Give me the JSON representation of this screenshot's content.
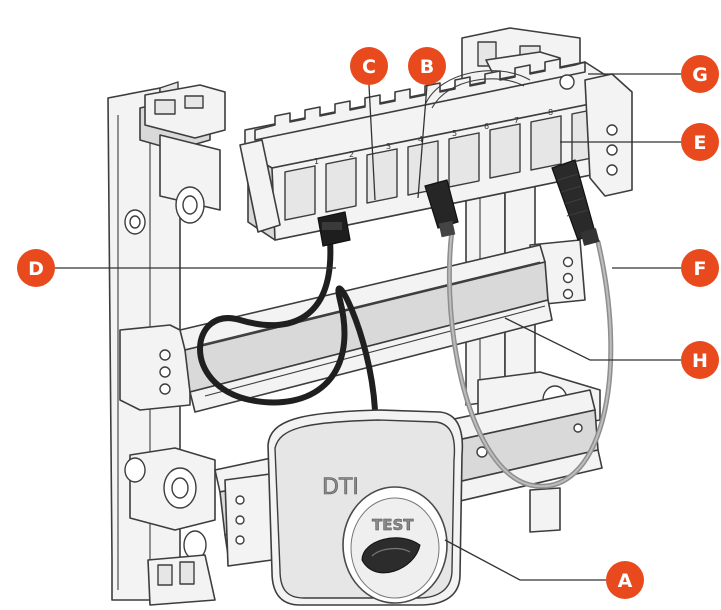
{
  "accent_color": "#e8491d",
  "device": {
    "box_label": "DTI",
    "button_label": "TEST",
    "port_numbers": [
      "1",
      "2",
      "3",
      "4",
      "5",
      "6",
      "7",
      "8"
    ]
  },
  "callouts": [
    {
      "id": "A",
      "label": "A"
    },
    {
      "id": "B",
      "label": "B"
    },
    {
      "id": "C",
      "label": "C"
    },
    {
      "id": "D",
      "label": "D"
    },
    {
      "id": "E",
      "label": "E"
    },
    {
      "id": "F",
      "label": "F"
    },
    {
      "id": "G",
      "label": "G"
    },
    {
      "id": "H",
      "label": "H"
    }
  ]
}
